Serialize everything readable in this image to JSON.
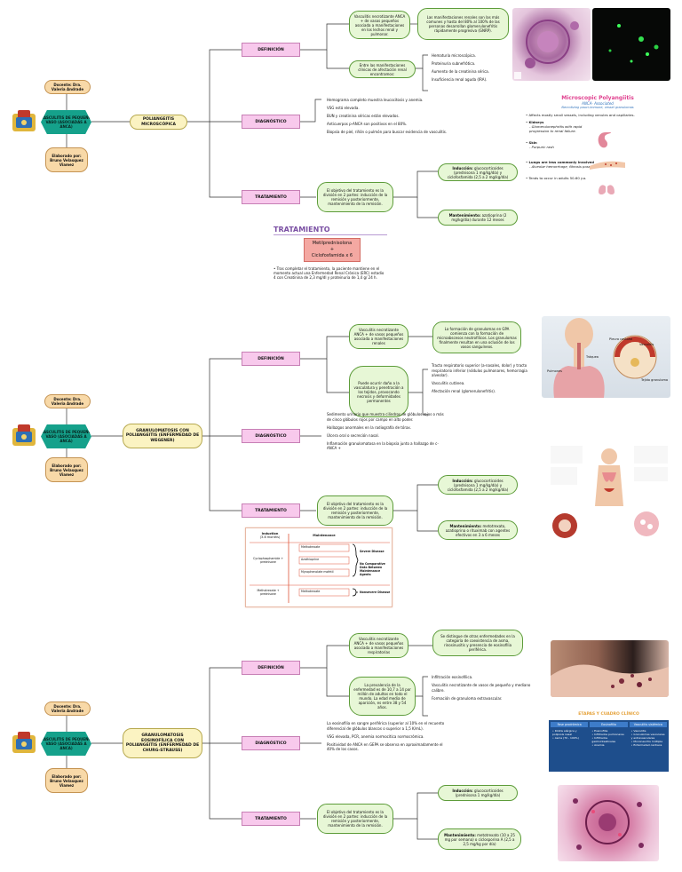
{
  "authors": {
    "docente": "Docente: Dra. Valeria Andrade",
    "elaborado": "Elaborado por: Bruno Velasquez Viamez"
  },
  "root_label": "VASCULITIS DE PEQUEÑO VASO (ASOCIADAS A ANCA)",
  "branch_labels": {
    "def": "DEFINICIÓN",
    "diag": "DIAGNÓSTICO",
    "trat": "TRATAMIENTO"
  },
  "s1": {
    "topic": "POLIANGEITIS MICROSCÓPICA",
    "def_a": "Vasculitis necrotizante ANCA + de vasos pequeños asociada a manifestaciones en los lechos renal y pulmonar.",
    "def_a_detail": "Las manifestaciones renales son las más comunes y hasta del 80% al 100% de las personas desarrollan glomerulonefritis rápidamente progresiva (GNRP).",
    "def_b": "Entre las manifestaciones clínicas de afectación renal encontramos:",
    "def_b_items": [
      "Hematuria microscópica.",
      "Proteinuria subnefrótica.",
      "Aumento de la creatinina sérica.",
      "Insuficiencia renal aguda (IRA)."
    ],
    "diag_items": [
      "Hemograma completo muestra leucocitosis y anemia.",
      "VSG está elevada.",
      "BUN y creatinina séricas están elevados.",
      "Anticuerpos p-ANCA son positivos en el 80%.",
      "Biopsia de piel, riñón o pulmón para buscar evidencia de vasculitis."
    ],
    "trat_main": "El objetivo del tratamiento es la división en 2 partes: inducción de la remisión y posteriormente, mantenimiento de la remisión.",
    "trat_induccion_label": "Inducción:",
    "trat_induccion": "glucocorticoides (prednisona 1 mg/kg/día) y ciclofosfamida (2,5 a 2 mg/kg/día)",
    "trat_mant_label": "Mantenimiento:",
    "trat_mant": "azatioprina (2 mg/kg/día) durante 12 meses",
    "case_title": "TRATAMIENTO",
    "case_drug1": "Metilprednisolona",
    "case_plus": "+",
    "case_drug2": "Ciclofosfamida x 6",
    "case_text": "Tras completar el tratamiento, la paciente mantiene en el momento actual una Enfermedad Renal Crónica (ERC) estadio 4 con Creatinina de 2,3 mg/dl y proteinuria de 1,4 g/ 24 h.",
    "info_title": "Microscopic Polyangiitis",
    "info_sub1": "ANCA- Associated",
    "info_sub2": "Necrotizing pauci-immune, vessel granulomas",
    "info_items": [
      "Affects mostly small vessels, including venules and capillaries.",
      "Kidneys",
      "Glomerulonephritis with rapid progression to renal failure.",
      "Skin",
      "Purpuric rash",
      "Lungs are less commonly involved",
      "Alveolar hemorrhage, fibrosis possible.",
      "Tends to occur in adults 50-60 y.o."
    ]
  },
  "s2": {
    "topic": "GRANULOMATOSIS CON POLIANGEITIS (ENFERMEDAD DE WEGENER)",
    "def_a": "Vasculitis necrotizante ANCA + de vasos pequeños asociada a manifestaciones renales",
    "def_a_detail": "La formación de granulomas en GPA comienza con la formación de microabscesos neutrofílicos. Los granulomas finalmente resultan en una oclusión de los vasos sanguíneos.",
    "def_b": "Puede ocurrir daño a la vasculatura y penetración a los tejidos, provocando necrosis y deformidades permanentes",
    "def_b_items": [
      "Tracto respiratorio superior (a-nasales, dolor) y tracto respiratorio inferior (nódulos pulmonares, hemorragia alveolar).",
      "Vasculitis cutánea.",
      "Afectación renal (glomerulonefritis)."
    ],
    "diag_items": [
      "Sedimento urinario que muestra cilindros de glóbulos rojos o más de cinco glóbulos rojos por campo en alto poder.",
      "Hallazgos anormales en la radiografía de tórax.",
      "Úlcera oral o secreción nasal.",
      "Inflamación granulomatosa en la biopsia junto a hallazgo de c-ANCA +"
    ],
    "trat_main": "El objetivo del tratamiento es la división en 2 partes: inducción de la remisión y posteriormente, mantenimiento de la remisión.",
    "trat_induccion_label": "Inducción:",
    "trat_induccion": "glucocorticoides (prednisona 1 mg/kg/día) y ciclofosfamida (2,5 a 2 mg/kg/día)",
    "trat_mant_label": "Mantenimiento:",
    "trat_mant": "metotrexato, azatioprina o rituximab con agentes efectivos en 3 a 6 meses",
    "organ_labels": [
      "Pleura cavidad",
      "Tráquea",
      "Pulmones",
      "Vasculitis",
      "Tejido granuloma"
    ],
    "table": {
      "head_induction": "Induction",
      "head_induction_sub": "(3-6 months)",
      "head_maint": "Maintenance",
      "rows_left": [
        "Cyclophosphamide + prednisone",
        "Methotrexate + prednisone"
      ],
      "rows_mid": [
        "Methotrexate",
        "Azathioprine",
        "Mycophenolate mofetil",
        "Methotrexate"
      ],
      "rows_right": [
        "Severe Disease",
        "No Comparative Data Between Maintenance Agents",
        "Nonsevere Disease"
      ]
    }
  },
  "s3": {
    "topic": "GRANULOMATOSIS EOSINOFÍLICA CON POLIANGEITIS (ENFERMEDAD DE CHURG-STRAUSS)",
    "def_a": "Vasculitis necrotizante ANCA + de vasos pequeños asociada a manifestaciones respiratorias",
    "def_a_detail": "Se distingue de otras enfermedades en la categoría de coexistencia de asma, rinosinusitis y presencia de eosinofilia periférica.",
    "def_b": "La prevalencia de la enfermedad es de 10,7 a 14 por millón de adultos en todo el mundo. La edad media de aparición, es entre 38 y 54 años.",
    "def_b_items": [
      "Infiltración eosinofílica.",
      "Vasculitis necrotizante de vasos de pequeño y mediano calibre.",
      "Formación de granuloma extravascular."
    ],
    "diag_items": [
      "La eosinofilia en sangre periférica (superior al 10% en el recuento diferencial de glóbulos blancos o superior a 1,5 K/mL).",
      "VSG elevada, PCR, anemia normocítica normocrómica.",
      "Positividad de ANCA en GEPA se observa en aproximadamente el 40% de los casos."
    ],
    "trat_main": "El objetivo del tratamiento es la división en 2 partes: inducción de la remisión y posteriormente, mantenimiento de la remisión.",
    "trat_induccion_label": "Inducción:",
    "trat_induccion": "glucocorticoides (prednisona 1 mg/kg/día)",
    "trat_mant_label": "Mantenimiento:",
    "trat_mant": "metotrexato (10 a 25 mg por semana) o ciclosporina A (2,5 a 2,5 mg/kg por día)",
    "stages_title": "ETAPAS Y CUADRO CLÍNICO",
    "stages": [
      {
        "name": "Fase prodrómica",
        "items": [
          "Rinitis alérgica y poliposis nasal",
          "Asma (70 - 100%)"
        ]
      },
      {
        "name": "Eosinofilia",
        "items": [
          "Eosinofilia",
          "Infiltrados pulmonares",
          "Infiltrados gastrointestinales",
          "Anemia"
        ]
      },
      {
        "name": "Vasculitis sistémica",
        "items": [
          "Vasculitis",
          "Granulomas vasculares y extravasculares",
          "Mononeuritis múltiple",
          "Enfermedad cardiaca"
        ]
      }
    ]
  },
  "colors": {
    "hex": "#15a18b",
    "topic": "#fbf3c2",
    "pink": "#f8c9ec",
    "green": "#e7f7d6",
    "author": "#f8d9a8",
    "purple": "#7a4fa3"
  }
}
